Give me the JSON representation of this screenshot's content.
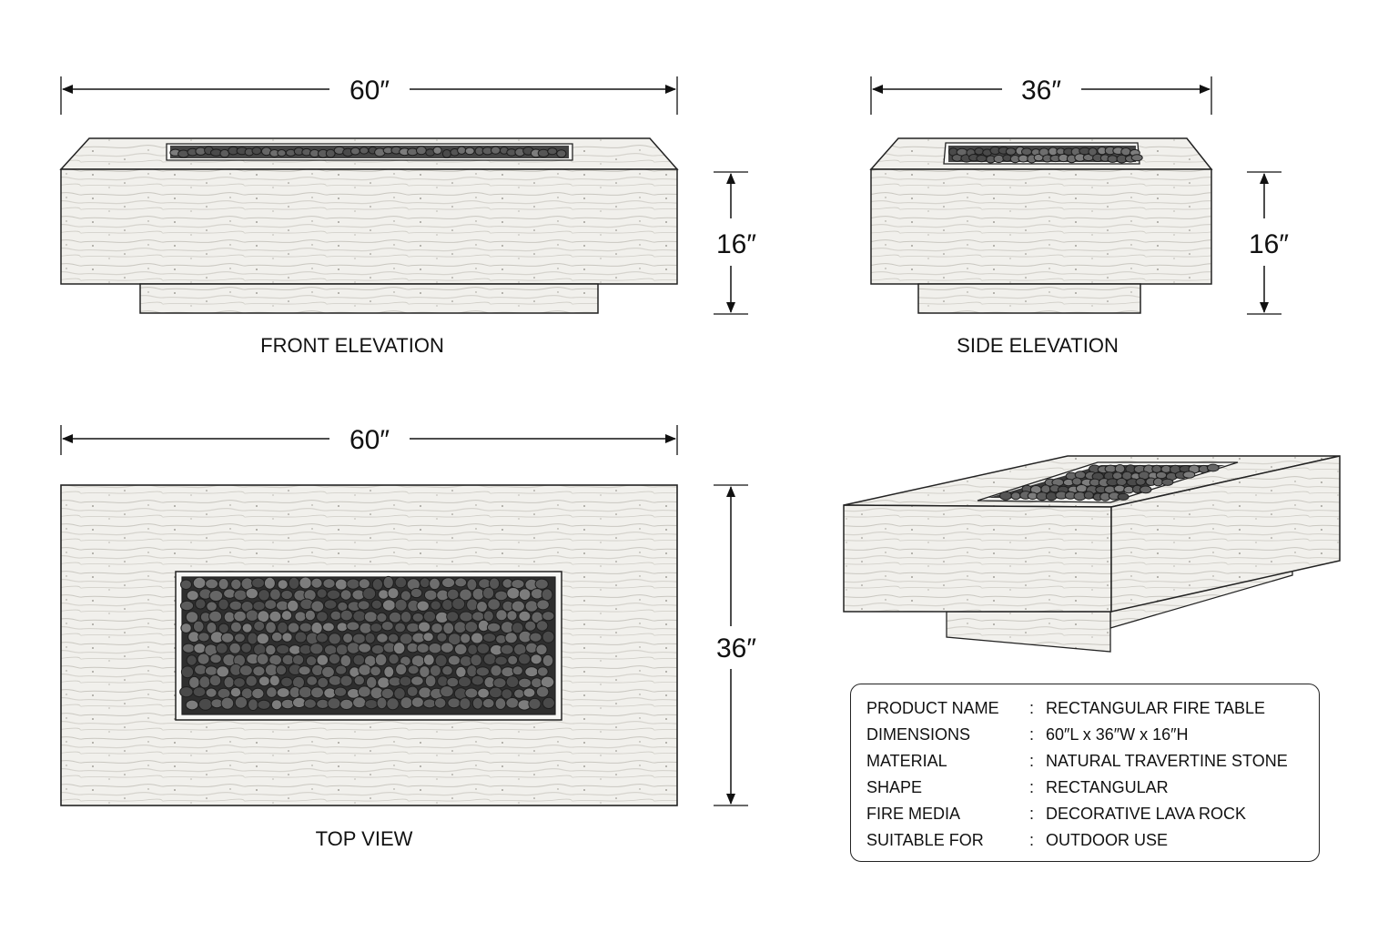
{
  "colors": {
    "line": "#222222",
    "stone": "#f1f0ec",
    "stone_vein": "#c9c7c0",
    "rock_dark": "#3a3a3a",
    "rock_light": "#7a7a7a"
  },
  "views": {
    "front": {
      "caption": "FRONT ELEVATION",
      "width_label": "60″",
      "height_label": "16″"
    },
    "side": {
      "caption": "SIDE ELEVATION",
      "width_label": "36″",
      "height_label": "16″"
    },
    "top": {
      "caption": "TOP VIEW",
      "width_label": "60″",
      "depth_label": "36″"
    }
  },
  "specs": [
    {
      "label": "PRODUCT NAME",
      "value": "RECTANGULAR FIRE TABLE"
    },
    {
      "label": "DIMENSIONS",
      "value": "60″L x 36″W x 16″H"
    },
    {
      "label": "MATERIAL",
      "value": "NATURAL TRAVERTINE STONE"
    },
    {
      "label": "SHAPE",
      "value": "RECTANGULAR"
    },
    {
      "label": "FIRE MEDIA",
      "value": "DECORATIVE LAVA ROCK"
    },
    {
      "label": "SUITABLE FOR",
      "value": "OUTDOOR USE"
    }
  ],
  "spec_separator": ":"
}
